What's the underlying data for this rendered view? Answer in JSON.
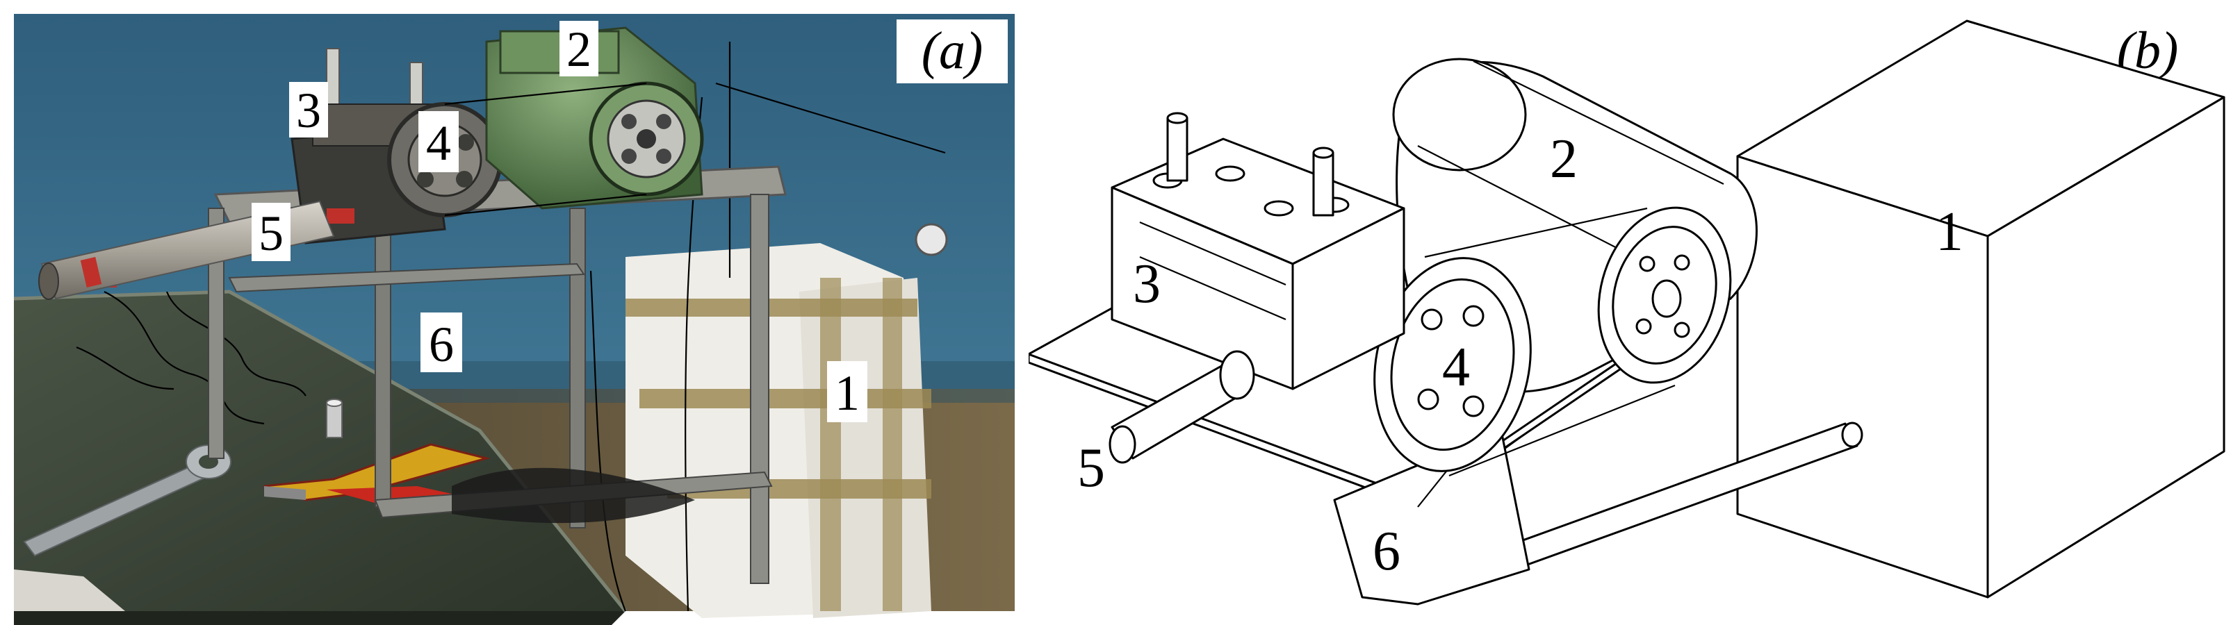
{
  "panel_a": {
    "tag": "(a)",
    "labels": {
      "motor": "2",
      "pump": "3",
      "pulley": "4",
      "outlet_pipe": "5",
      "frame": "6",
      "insulated_box": "1"
    }
  },
  "panel_b": {
    "tag": "(b)",
    "labels": {
      "box": "1",
      "motor": "2",
      "pump": "3",
      "pulley": "4",
      "outlet_pipe": "5",
      "frame": "6"
    }
  },
  "colors": {
    "wall": "#3c6f8e",
    "floor": "#6b5a3e",
    "bench": "#3f4a3d",
    "motor": "#5a7f4e",
    "foam": "#f2f0ea",
    "tape": "#9c8a55",
    "steel": "#8b8b86"
  }
}
